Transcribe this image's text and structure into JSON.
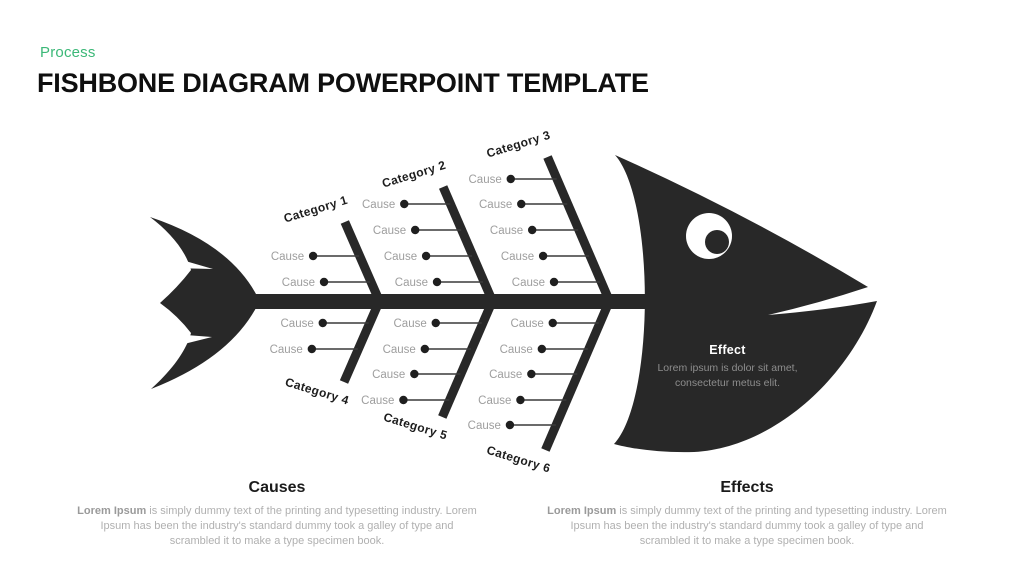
{
  "header": {
    "eyebrow": "Process",
    "title": "FISHBONE DIAGRAM POWERPOINT TEMPLATE"
  },
  "diagram": {
    "categories": [
      {
        "label": "Category 1",
        "side": "top",
        "causes": [
          "Cause",
          "Cause"
        ]
      },
      {
        "label": "Category 2",
        "side": "top",
        "causes": [
          "Cause",
          "Cause",
          "Cause",
          "Cause"
        ]
      },
      {
        "label": "Category 3",
        "side": "top",
        "causes": [
          "Cause",
          "Cause",
          "Cause",
          "Cause",
          "Cause"
        ]
      },
      {
        "label": "Category 4",
        "side": "bottom",
        "causes": [
          "Cause",
          "Cause"
        ]
      },
      {
        "label": "Category 5",
        "side": "bottom",
        "causes": [
          "Cause",
          "Cause",
          "Cause",
          "Cause"
        ]
      },
      {
        "label": "Category 6",
        "side": "bottom",
        "causes": [
          "Cause",
          "Cause",
          "Cause",
          "Cause",
          "Cause"
        ]
      }
    ],
    "effect": {
      "title": "Effect",
      "description": "Lorem ipsum is dolor sit amet, consectetur metus elit."
    }
  },
  "sections": {
    "causes": {
      "heading": "Causes",
      "body_lead": "Lorem Ipsum",
      "body_rest": " is simply dummy text of the printing and typesetting industry. Lorem Ipsum has been the industry's standard dummy took a galley of type and scrambled it to make a type specimen book."
    },
    "effects": {
      "heading": "Effects",
      "body_lead": "Lorem Ipsum",
      "body_rest": " is simply dummy text of the printing and typesetting industry. Lorem Ipsum has been the industry's standard dummy took a galley of type and scrambled it to make a type specimen book."
    }
  },
  "colors": {
    "accent_green": "#3cb878",
    "fish_ink": "#282828",
    "cause_label_gray": "#9e9e9e"
  }
}
